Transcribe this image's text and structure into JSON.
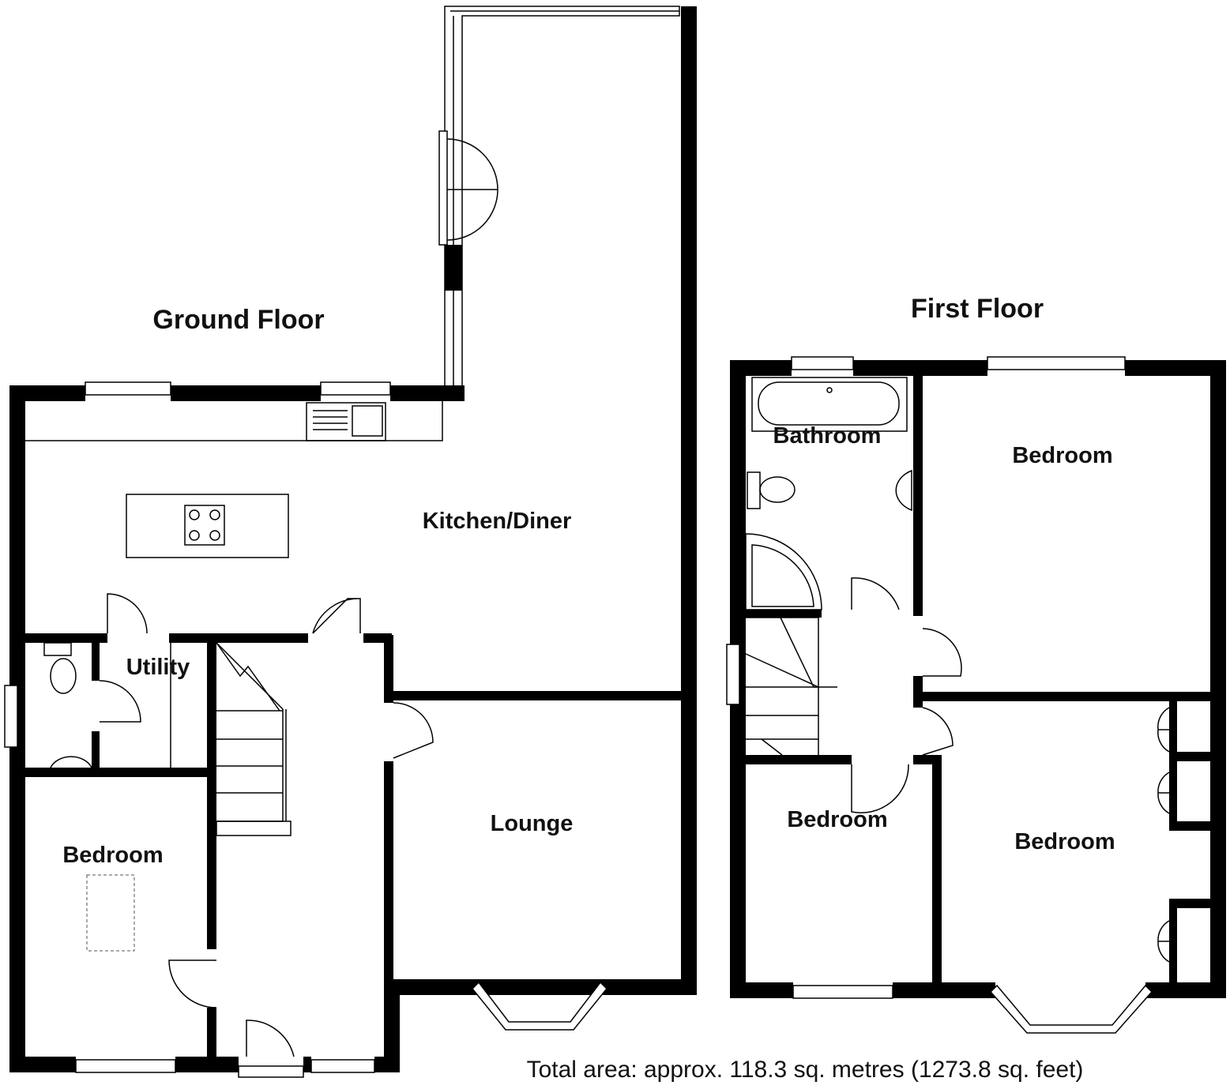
{
  "floors": {
    "ground": {
      "title": "Ground Floor",
      "rooms": {
        "kitchen": "Kitchen/Diner",
        "utility": "Utility",
        "lounge": "Lounge",
        "bedroom": "Bedroom"
      }
    },
    "first": {
      "title": "First Floor",
      "rooms": {
        "bathroom": "Bathroom",
        "bedroom_rear_right": "Bedroom",
        "bedroom_front_left": "Bedroom",
        "bedroom_front_right": "Bedroom"
      }
    }
  },
  "total_area": "Total area: approx. 118.3 sq. metres (1273.8 sq. feet)",
  "colors": {
    "walls": "#000000",
    "background": "#ffffff"
  },
  "icons": [
    "hob-icon",
    "sink-icon",
    "toilet-icon",
    "basin-icon",
    "bath-icon",
    "shower-icon",
    "stairs-icon"
  ]
}
